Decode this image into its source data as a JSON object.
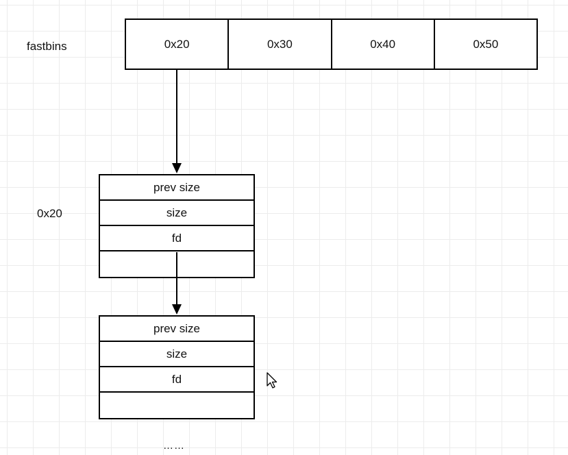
{
  "diagram": {
    "row_label": "fastbins",
    "bins": [
      "0x20",
      "0x30",
      "0x40",
      "0x50"
    ],
    "chunk_group_label": "0x20",
    "chunks": [
      {
        "fields": [
          "prev size",
          "size",
          "fd",
          ""
        ]
      },
      {
        "fields": [
          "prev size",
          "size",
          "fd",
          ""
        ]
      }
    ],
    "continuation": "……"
  },
  "colors": {
    "line": "#000000",
    "grid": "#ececec",
    "background": "#ffffff"
  },
  "icons": [
    "arrow-down-icon",
    "mouse-cursor-icon"
  ]
}
